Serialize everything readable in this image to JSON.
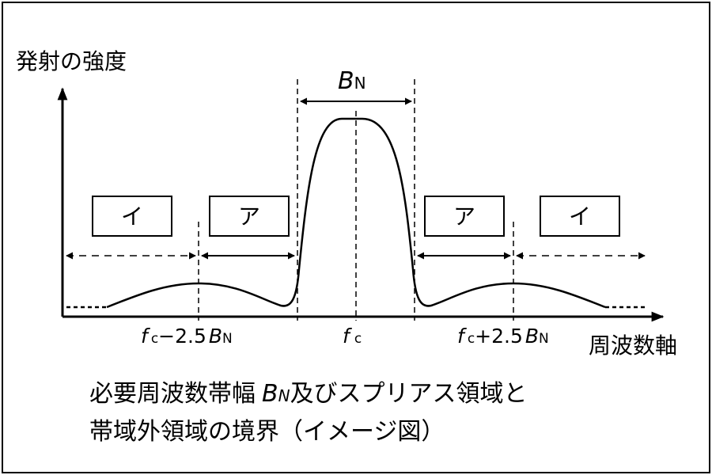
{
  "y_axis_label": "発射の強度",
  "x_axis_label": "周波数軸",
  "bandwidth": {
    "symbol": "B",
    "subscript": "N"
  },
  "ticks": {
    "left": {
      "f": "f",
      "sub_c": "c",
      "mid": "−2.5",
      "b": "B",
      "sub_n": "N"
    },
    "center": {
      "f": "f",
      "sub_c": "c"
    },
    "right": {
      "f": "f",
      "sub_c": "c",
      "mid": "+2.5",
      "b": "B",
      "sub_n": "N"
    }
  },
  "regions": {
    "outer_left": "イ",
    "inner_left": "ア",
    "inner_right": "ア",
    "outer_right": "イ"
  },
  "caption": {
    "line1_a": "必要周波数帯幅",
    "line1_b": "B",
    "line1_sub": "N",
    "line1_c": "及びスプリアス領域と",
    "line2": "帯域外領域の境界（イメージ図）"
  }
}
